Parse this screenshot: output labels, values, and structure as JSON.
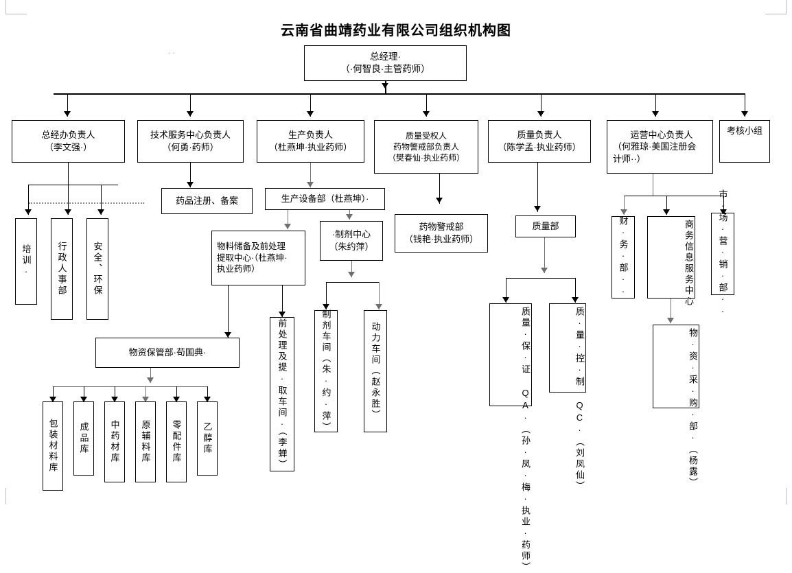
{
  "document": {
    "title": "云南省曲靖药业有限公司组织机构图",
    "stray_marks": "··"
  },
  "nodes": {
    "gm": {
      "lines": [
        "总经理·",
        "（·何智良·主管药师）"
      ]
    },
    "level2": [
      {
        "id": "gm_office",
        "lines": [
          "总经办负责人",
          "（李文强·）"
        ]
      },
      {
        "id": "tech_center",
        "lines": [
          "技术服务中心负责人",
          "（何勇·药师）"
        ]
      },
      {
        "id": "production",
        "lines": [
          "生产负责人",
          "（杜燕坤·执业药师）"
        ]
      },
      {
        "id": "qa_authorized",
        "lines": [
          "质量受权人",
          "药物警戒部负责人",
          "（樊春仙·执业药师）"
        ]
      },
      {
        "id": "quality_head",
        "lines": [
          "质量负责人",
          "（陈学孟·执业药师）"
        ]
      },
      {
        "id": "operations",
        "lines": [
          "运营中心负责人",
          "（何雅琼·美国注册会",
          "计师··）"
        ]
      },
      {
        "id": "assessment",
        "lines": [
          "考核小组"
        ]
      }
    ],
    "gm_office_children": [
      {
        "id": "training",
        "text": "培训·"
      },
      {
        "id": "hr",
        "text": "行政人事部"
      },
      {
        "id": "safety",
        "text": "安全、环保"
      }
    ],
    "tech_child": {
      "id": "drug_reg",
      "lines": [
        "药品注册、备案"
      ]
    },
    "production_children": {
      "equipment": {
        "lines": [
          "生产设备部（杜燕坤）·"
        ]
      },
      "material_center": {
        "lines": [
          "物料储备及前处理",
          "提取中心·（杜燕坤·",
          "执业药师）"
        ]
      },
      "prep_center": {
        "lines": [
          "·制剂中心",
          "（朱约萍）"
        ]
      }
    },
    "warehouse_parent": {
      "id": "material_custody",
      "lines": [
        "物资保管部·苟国典·"
      ]
    },
    "warehouses": [
      {
        "id": "packaging",
        "text": "包装材料库"
      },
      {
        "id": "finished",
        "text": "成品库"
      },
      {
        "id": "herb",
        "text": "中药材库"
      },
      {
        "id": "raw",
        "text": "原辅料库"
      },
      {
        "id": "spare",
        "text": "零配件库"
      },
      {
        "id": "ethanol",
        "text": "乙醇库"
      }
    ],
    "workshops": [
      {
        "id": "pretreatment",
        "text": "前处理及提·取车间·（李蝉）"
      },
      {
        "id": "preparation",
        "text": "制剂车间（朱·约·萍）"
      },
      {
        "id": "power",
        "text": "动力车间（赵永胜）"
      }
    ],
    "pharmacovigilance": {
      "id": "pv_dept",
      "lines": [
        "药物警戒部",
        "（钱艳·执业药师）"
      ]
    },
    "quality_dept": {
      "id": "quality_department",
      "lines": [
        "质量部"
      ]
    },
    "quality_children": [
      {
        "id": "qa",
        "col_main": "质量·保·证 QA·",
        "col_sub": "（孙·凤·梅·执业·药师）"
      },
      {
        "id": "qc",
        "col_main": "质·量·控·制 QC·",
        "col_sub": "（刘凤仙）"
      }
    ],
    "operations_children": [
      {
        "id": "finance",
        "text": "财·务·部··"
      },
      {
        "id": "business_info",
        "col_main": "商务信息服务",
        "col_sub": "中心"
      },
      {
        "id": "marketing",
        "text": "市·场·营·销·部··"
      }
    ],
    "procurement": {
      "id": "procurement_dept",
      "col_main": "物·资·采·购·部·",
      "col_sub": "（杨露）"
    }
  },
  "colors": {
    "line": "#000000",
    "line_gray": "#6f6f6f",
    "dotted": "#8a8a8a",
    "corner_mark": "#b9b9b9",
    "box_border": "#000000",
    "background": "#ffffff"
  }
}
